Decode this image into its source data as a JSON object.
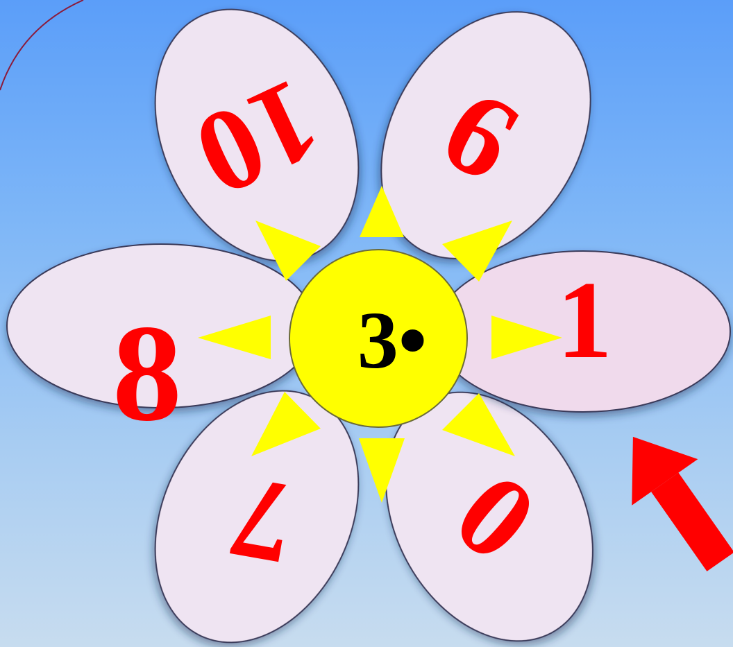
{
  "center": {
    "label": "3•",
    "fill": "#ffff00",
    "text_color": "#000000"
  },
  "petals": [
    {
      "number": "10",
      "fill": "#efe4f2"
    },
    {
      "number": "9",
      "fill": "#efe4f2"
    },
    {
      "number": "1",
      "fill": "#f0daec"
    },
    {
      "number": "0",
      "fill": "#efe4f2"
    },
    {
      "number": "7",
      "fill": "#efe4f2"
    },
    {
      "number": "8",
      "fill": "#efe4f2"
    }
  ],
  "colors": {
    "number_color": "#ff0000",
    "arrow_triangles": "#ffff00",
    "pointer_arrow": "#ff0000",
    "petal_outline": "#3a3a5a",
    "corner_arc": "#8b1a3a"
  },
  "icons": {
    "pointer": "red-arrow-icon",
    "rays": "yellow-triangle-icon"
  }
}
